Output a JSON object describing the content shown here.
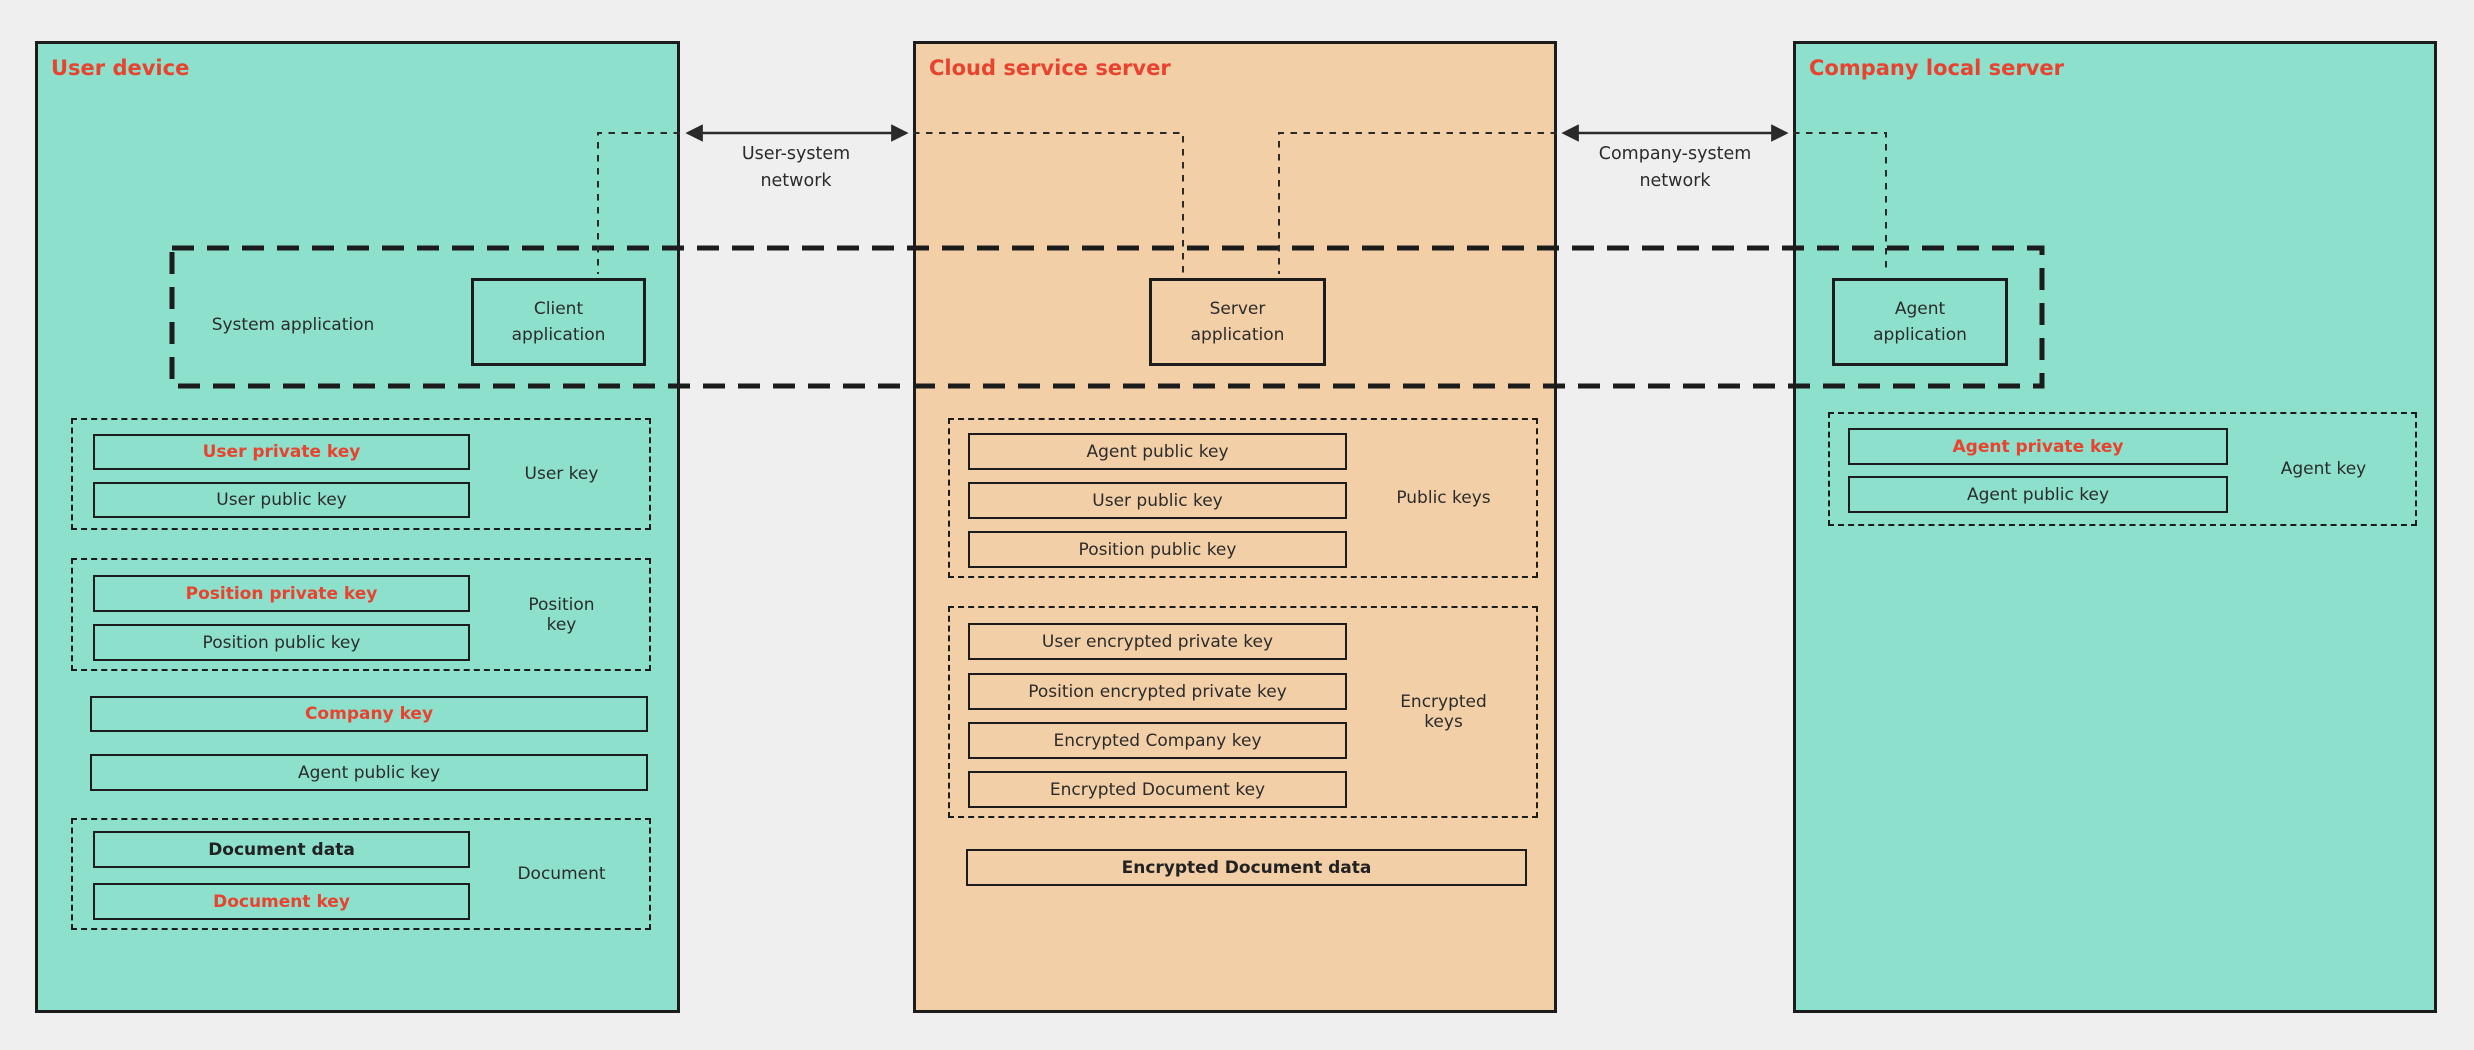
{
  "colors": {
    "background": "#efefef",
    "panel_teal": "#8ce0cc",
    "panel_tan": "#f2cfa6",
    "accent_red": "#e8432f",
    "line_dark": "#1c1c1c"
  },
  "panels": {
    "user_device": {
      "title": "User device",
      "system_application_label": "System application",
      "client_application_label": "Client application",
      "user_key": {
        "label": "User key",
        "private": "User private key",
        "public": "User public key"
      },
      "position_key": {
        "label": "Position key",
        "private": "Position private key",
        "public": "Position public key"
      },
      "company_key": "Company key",
      "agent_public_key": "Agent public key",
      "document": {
        "label": "Document",
        "data": "Document data",
        "key": "Document key"
      }
    },
    "cloud_server": {
      "title": "Cloud service server",
      "server_application_label": "Server application",
      "public_keys": {
        "label": "Public keys",
        "items": [
          "Agent public key",
          "User public key",
          "Position public key"
        ]
      },
      "encrypted_keys": {
        "label": "Encrypted keys",
        "items": [
          "User encrypted private key",
          "Position encrypted private key",
          "Encrypted Company key",
          "Encrypted Document key"
        ]
      },
      "encrypted_document_data": "Encrypted Document data"
    },
    "company_server": {
      "title": "Company local server",
      "agent_application_label": "Agent application",
      "agent_key": {
        "label": "Agent key",
        "private": "Agent private key",
        "public": "Agent public key"
      }
    }
  },
  "networks": {
    "user_system": "User-system network",
    "company_system": "Company-system network"
  }
}
